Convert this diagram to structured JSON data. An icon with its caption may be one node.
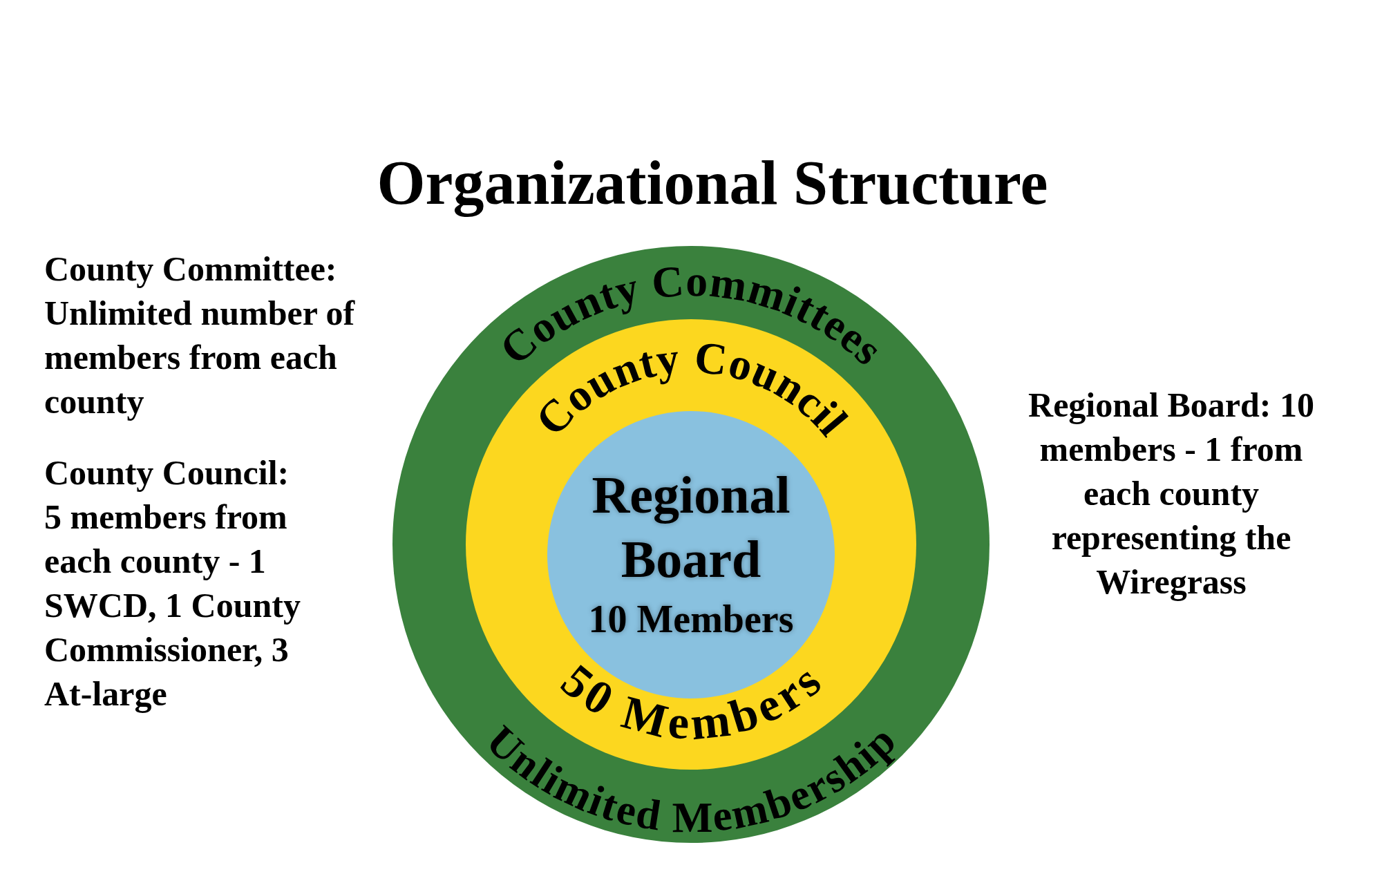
{
  "diagram": {
    "title": "Organizational Structure",
    "nodes": [
      {
        "text": [
          "County Committees",
          "Unlimited Membership"
        ]
      },
      {
        "text": [
          "County Council",
          "50 Members"
        ],
        "in": 0
      },
      {
        "text": [
          "Regional Board",
          "10 Members"
        ],
        "in": 1
      }
    ],
    "labels": [
      "County Committee: Unlimited number of members from each county",
      "County Council: 5 members from each county - 1 SWCD, 1 County Commissioner, 3 At-large",
      "Regional Board: 10 members - 1 from each county representing the Wiregrass"
    ]
  }
}
